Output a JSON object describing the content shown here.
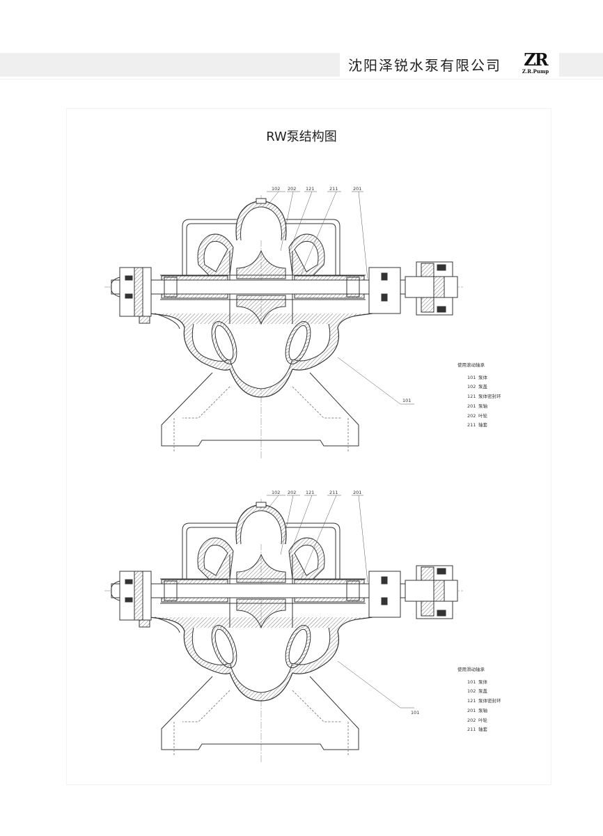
{
  "header": {
    "company": "沈阳泽锐水泵有限公司",
    "logo_text": "ZR",
    "logo_sub": "Z.R.Pump"
  },
  "title": "RW泵结构图",
  "drawings": [
    {
      "callouts": [
        "102",
        "202",
        "121",
        "211",
        "201",
        "101"
      ],
      "legend": {
        "heading": "使用滚动轴承",
        "items": [
          {
            "no": "101",
            "name": "泵体"
          },
          {
            "no": "102",
            "name": "泵盖"
          },
          {
            "no": "121",
            "name": "泵体密封环"
          },
          {
            "no": "201",
            "name": "泵轴"
          },
          {
            "no": "202",
            "name": "叶轮"
          },
          {
            "no": "211",
            "name": "轴套"
          }
        ]
      }
    },
    {
      "callouts": [
        "102",
        "202",
        "121",
        "211",
        "201",
        "101"
      ],
      "legend": {
        "heading": "使用滑动轴承",
        "items": [
          {
            "no": "101",
            "name": "泵体"
          },
          {
            "no": "102",
            "name": "泵盖"
          },
          {
            "no": "121",
            "name": "泵体密封环"
          },
          {
            "no": "201",
            "name": "泵轴"
          },
          {
            "no": "202",
            "name": "叶轮"
          },
          {
            "no": "211",
            "name": "轴套"
          }
        ]
      }
    }
  ]
}
